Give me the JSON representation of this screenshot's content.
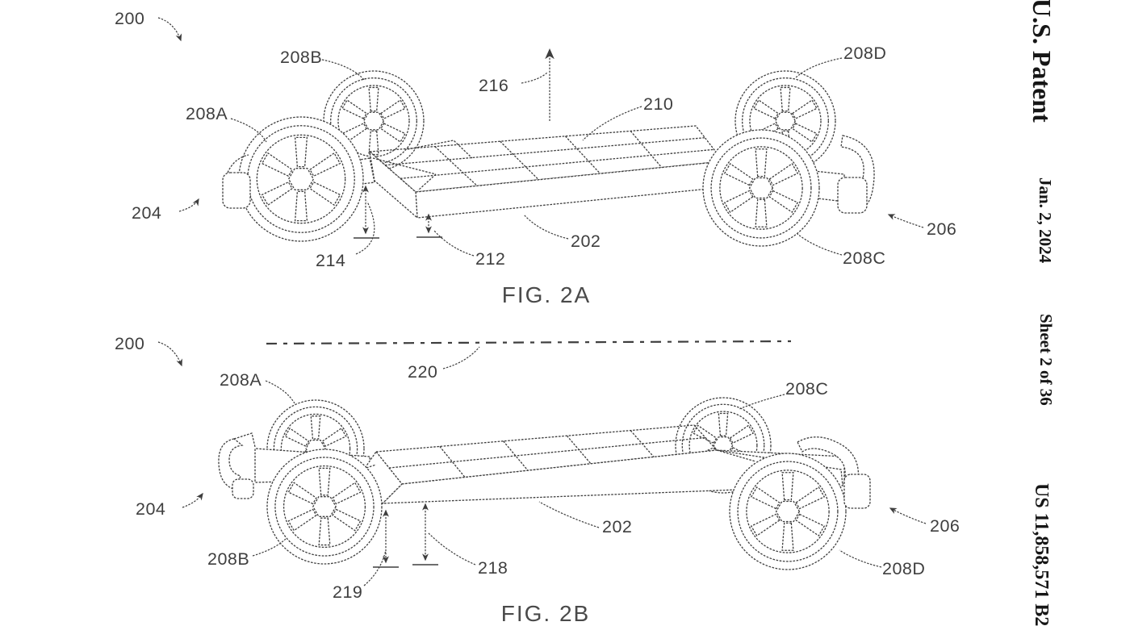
{
  "header": {
    "title": "U.S. Patent",
    "date": "Jan. 2, 2024",
    "sheet": "Sheet 2 of 36",
    "patent_number": "US 11,858,571 B2"
  },
  "drawing": {
    "ink_color": "#3e3e3e",
    "background": "#ffffff"
  },
  "figures": {
    "fig2a": {
      "caption": "FIG. 2A",
      "labels": {
        "n200": "200",
        "n202": "202",
        "n204": "204",
        "n206": "206",
        "n208a": "208A",
        "n208b": "208B",
        "n208c": "208C",
        "n208d": "208D",
        "n210": "210",
        "n212": "212",
        "n214": "214",
        "n216": "216"
      }
    },
    "fig2b": {
      "caption": "FIG. 2B",
      "labels": {
        "n200": "200",
        "n202": "202",
        "n204": "204",
        "n206": "206",
        "n208a": "208A",
        "n208b": "208B",
        "n208c": "208C",
        "n208d": "208D",
        "n218": "218",
        "n219": "219",
        "n220": "220"
      }
    }
  }
}
